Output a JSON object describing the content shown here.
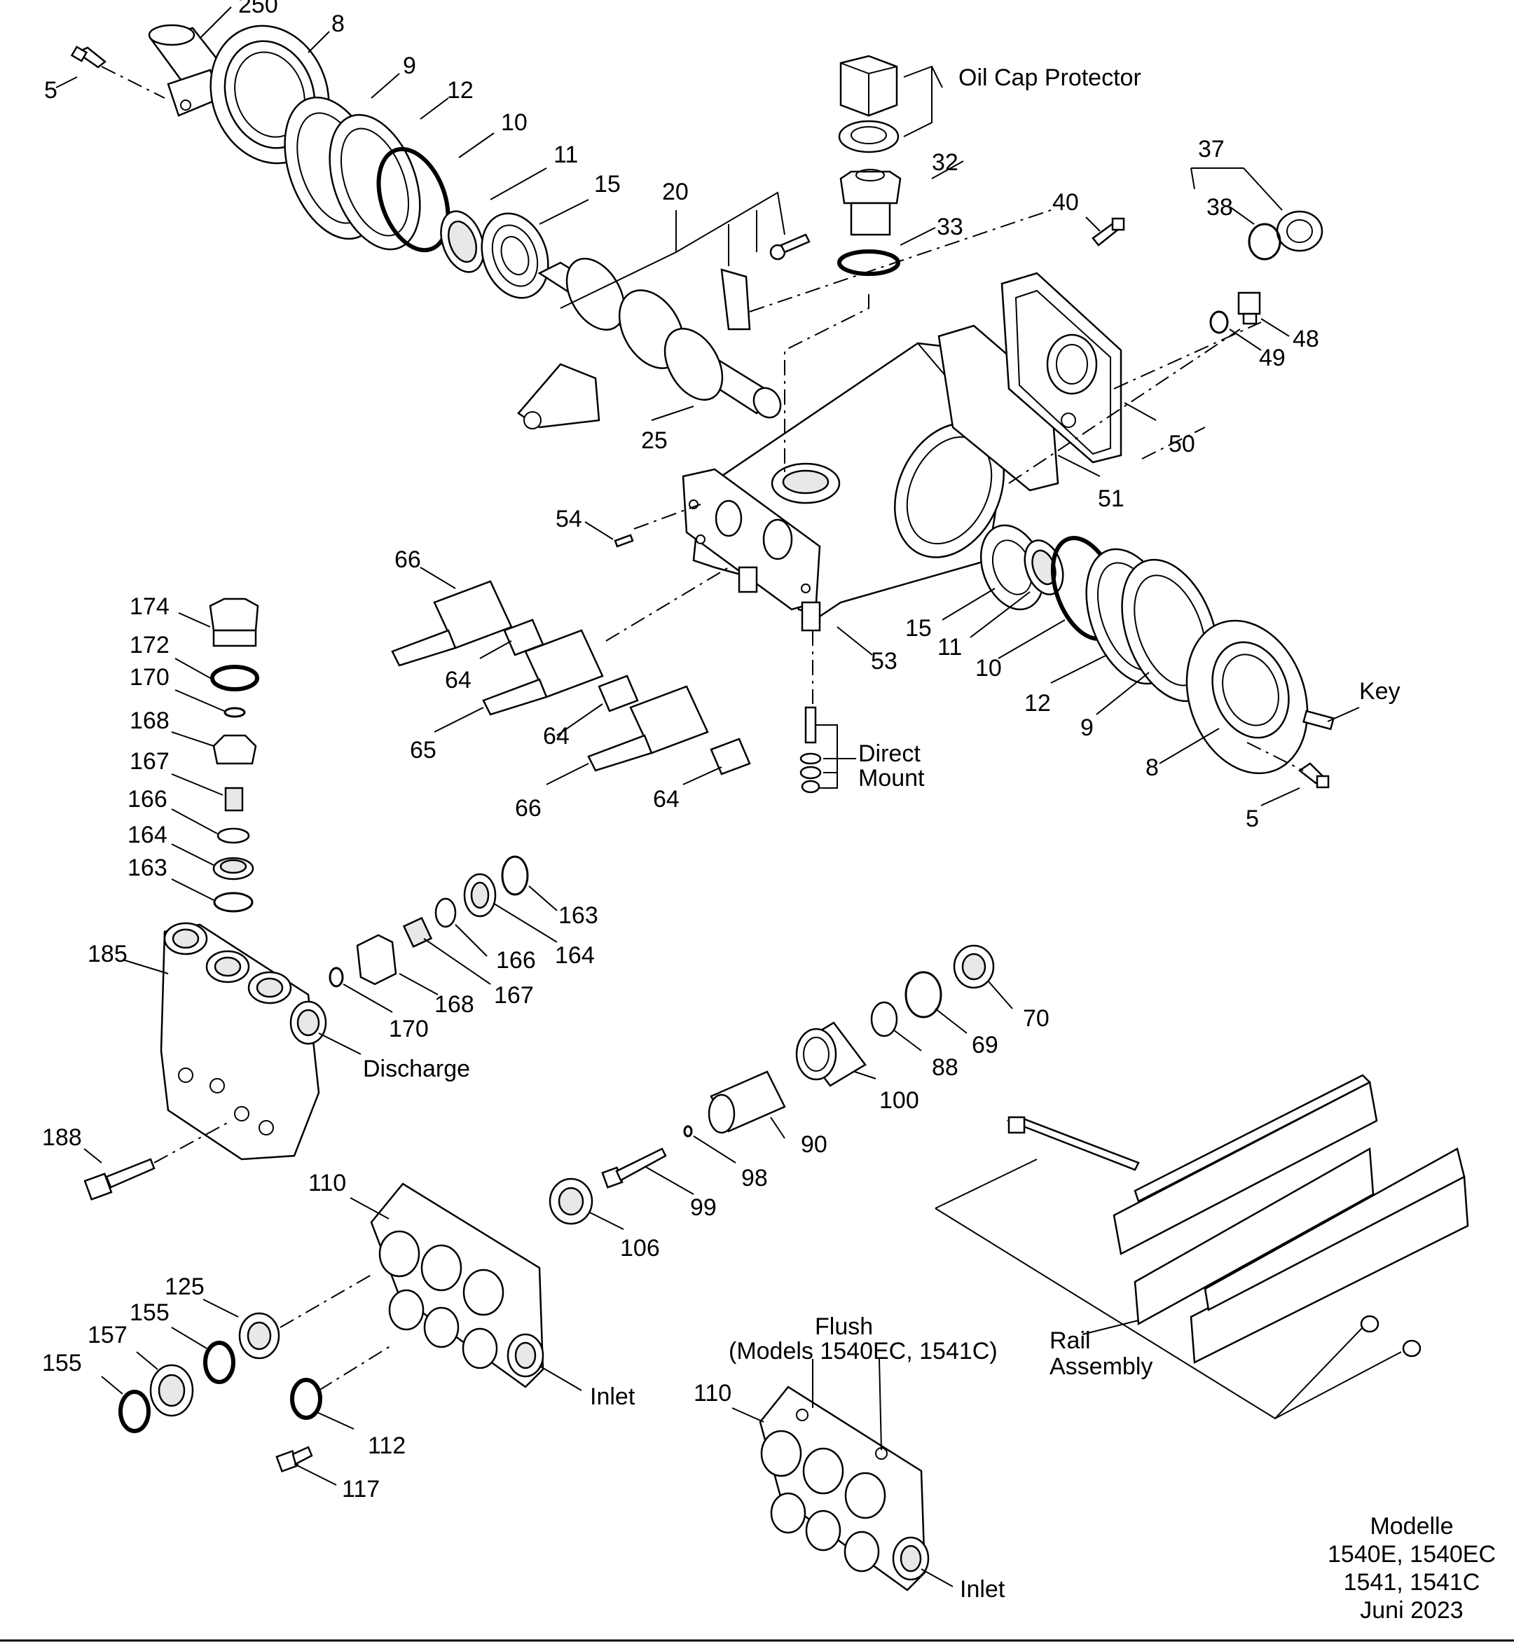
{
  "labels": {
    "l250": "250",
    "l8a": "8",
    "l5a": "5",
    "l9a": "9",
    "l12a": "12",
    "l10a": "10",
    "l11a": "11",
    "l15a": "15",
    "l20": "20",
    "oil_cap": "Oil Cap Protector",
    "l32": "32",
    "l33": "33",
    "l37": "37",
    "l38": "38",
    "l40": "40",
    "l48": "48",
    "l49": "49",
    "l50": "50",
    "l51": "51",
    "l25": "25",
    "l54": "54",
    "l66a": "66",
    "l64a": "64",
    "l65": "65",
    "l64b": "64",
    "l66b": "66",
    "l64c": "64",
    "l53": "53",
    "l15b": "15",
    "l11b": "11",
    "l10b": "10",
    "l12b": "12",
    "l9b": "9",
    "l8b": "8",
    "key": "Key",
    "l5b": "5",
    "direct": "Direct",
    "mount": "Mount",
    "l174": "174",
    "l172": "172",
    "l170a": "170",
    "l168a": "168",
    "l167a": "167",
    "l166a": "166",
    "l164a": "164",
    "l163a": "163",
    "l163b": "163",
    "l164b": "164",
    "l166b": "166",
    "l167b": "167",
    "l168b": "168",
    "l170b": "170",
    "l185": "185",
    "discharge": "Discharge",
    "l188": "188",
    "l70": "70",
    "l69": "69",
    "l88": "88",
    "l100": "100",
    "l90": "90",
    "l98": "98",
    "l99": "99",
    "l106": "106",
    "l110a": "110",
    "l125": "125",
    "l155a": "155",
    "l157": "157",
    "l155b": "155",
    "l112": "112",
    "l117": "117",
    "inlet_a": "Inlet",
    "flush": "Flush",
    "flush_models": "(Models 1540EC, 1541C)",
    "l110b": "110",
    "inlet_b": "Inlet",
    "rail": "Rail",
    "assembly": "Assembly",
    "modelle": "Modelle",
    "models_1": "1540E, 1540EC",
    "models_2": "1541, 1541C",
    "date": "Juni 2023"
  }
}
